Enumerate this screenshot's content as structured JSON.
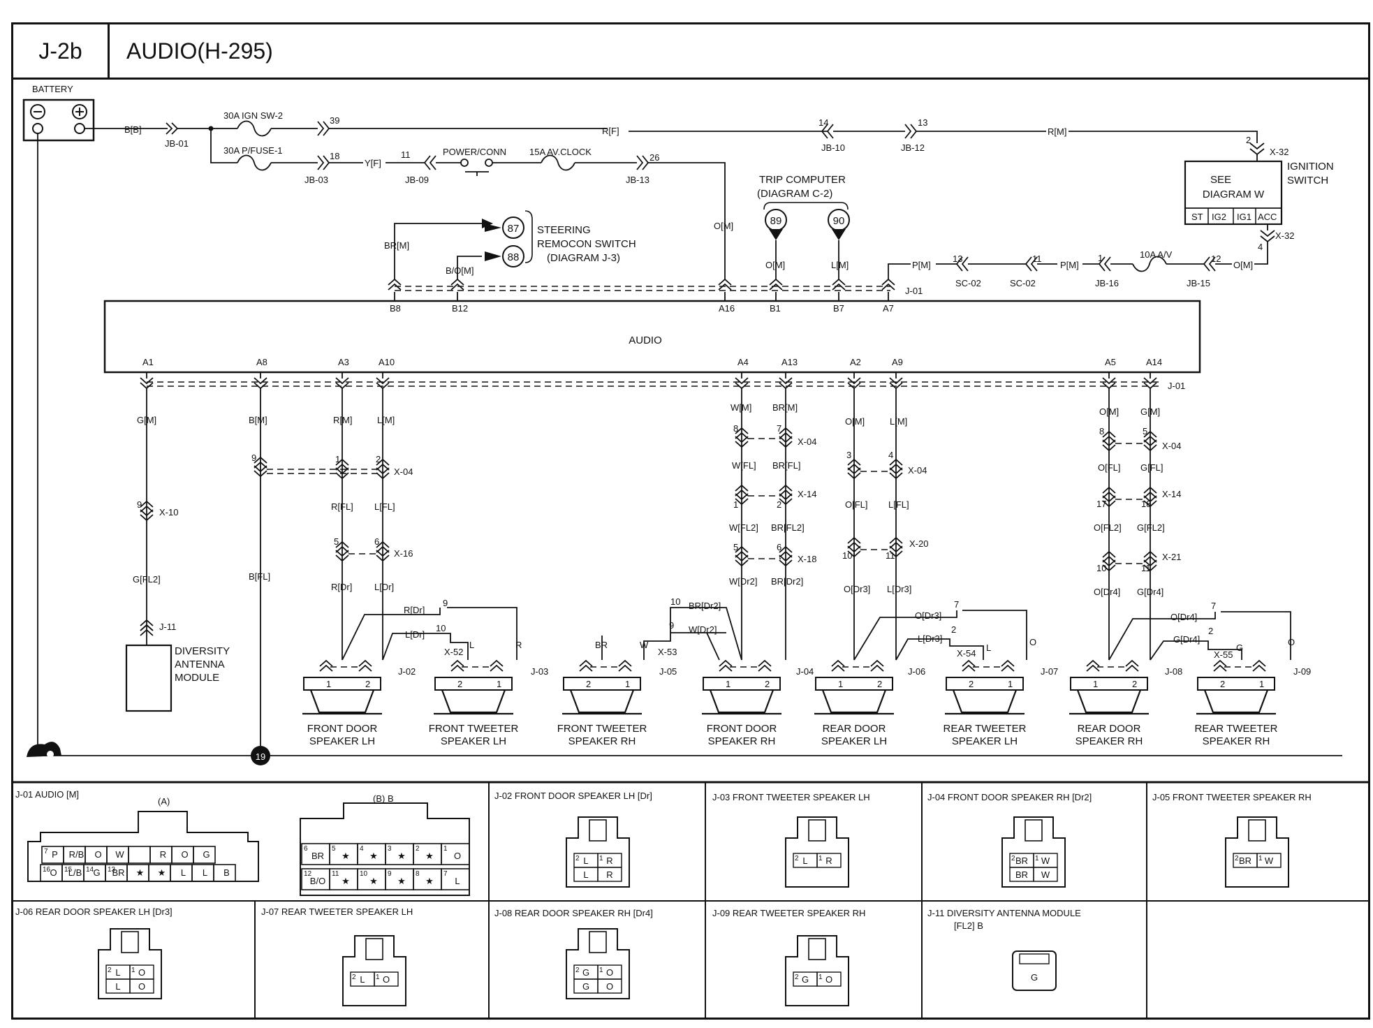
{
  "header": {
    "code": "J-2b",
    "title": "AUDIO(H-295)"
  },
  "power": {
    "battery": "BATTERY",
    "bb": "B[B]",
    "jb01": "JB-01",
    "fuse_ign": "30A IGN SW-2",
    "fuse_p": "30A P/FUSE-1",
    "n39": "39",
    "n18": "18",
    "jb03": "JB-03",
    "yf": "Y[F]",
    "n11": "11",
    "jb09": "JB-09",
    "power_conn": "POWER/CONN",
    "fuse_clock": "15A AV.CLOCK",
    "n26": "26",
    "jb13": "JB-13",
    "rf": "R[F]",
    "n14": "14",
    "jb10": "JB-10",
    "n13": "13",
    "jb12": "JB-12",
    "rm": "R[M]",
    "n2": "2",
    "x32": "X-32",
    "ign_see": "SEE",
    "ign_diagram": "DIAGRAM W",
    "ign_title1": "IGNITION",
    "ign_title2": "SWITCH",
    "ign_terms": [
      "ST",
      "IG2",
      "IG1",
      "ACC"
    ],
    "n4": "4",
    "x32b": "X-32",
    "om": "O[M]",
    "n12": "12",
    "jb15": "JB-15",
    "fuse_av": "10A A/V",
    "n1": "1",
    "jb16": "JB-16",
    "pm": "P[M]",
    "n11b": "11",
    "sc02": "SC-02",
    "n13b": "13",
    "sc02b": "SC-02",
    "pm2": "P[M]",
    "om2": "O[M]"
  },
  "trip": {
    "t1": "TRIP COMPUTER",
    "t2": "(DIAGRAM C-2)",
    "c89": "89",
    "c90": "90",
    "om": "O[M]",
    "lm": "L[M]"
  },
  "steering": {
    "t1": "STEERING",
    "t2": "REMOCON SWITCH",
    "t3": "(DIAGRAM J-3)",
    "c87": "87",
    "c88": "88",
    "brm": "BR[M]",
    "bom": "B/O[M]"
  },
  "audio": {
    "label": "AUDIO",
    "top_pins": [
      "B8",
      "B12",
      "A16",
      "B1",
      "B7",
      "A7"
    ],
    "j01": "J-01",
    "bottom_pins": [
      "A1",
      "A8",
      "A3",
      "A10",
      "A4",
      "A13",
      "A2",
      "A9",
      "A5",
      "A14"
    ],
    "j01b": "J-01"
  },
  "wires": {
    "gm": "G[M]",
    "x10": "X-10",
    "n9": "9",
    "gfl2": "G[FL2]",
    "j11": "J-11",
    "diversity": [
      "DIVERSITY",
      "ANTENNA",
      "MODULE"
    ],
    "bm": "B[M]",
    "n9b": "9",
    "bfl": "B[FL]",
    "gnd19": "19",
    "rm": "R[M]",
    "lm": "L[M]",
    "n1": "1",
    "n2": "2",
    "x04": "X-04",
    "rfl": "R[FL]",
    "lfl": "L[FL]",
    "n5": "5",
    "n6": "6",
    "x16": "X-16",
    "rdr": "R[Dr]",
    "ldr": "L[Dr]",
    "wm": "W[M]",
    "brm": "BR[M]",
    "n8": "8",
    "n7": "7",
    "x04b": "X-04",
    "wfl": "W[FL]",
    "brfl": "BR[FL]",
    "n1b": "1",
    "n2b": "2",
    "x14": "X-14",
    "wfl2": "W[FL2]",
    "brfl2": "BR[FL2]",
    "n5b": "5",
    "n6b": "6",
    "x18": "X-18",
    "wdr2": "W[Dr2]",
    "brdr2": "BR[Dr2]",
    "om": "O[M]",
    "lm2": "L[M]",
    "n3": "3",
    "n4": "4",
    "x04c": "X-04",
    "ofl": "O[FL]",
    "lfl2": "L[FL]",
    "n10": "10",
    "n11": "11",
    "x20": "X-20",
    "odr3": "O[Dr3]",
    "ldr3": "L[Dr3]",
    "om2": "O[M]",
    "gm2": "G[M]",
    "n8c": "8",
    "n5c": "5",
    "x04d": "X-04",
    "ofl2": "O[FL]",
    "gfl": "G[FL]",
    "n17": "17",
    "n18": "18",
    "x14b": "X-14",
    "ofl2b": "O[FL2]",
    "gfl2b": "G[FL2]",
    "n10b": "10",
    "n11b": "11",
    "x21": "X-21",
    "odr4": "O[Dr4]",
    "gdr4": "G[Dr4]"
  },
  "speakers": [
    {
      "name1": "FRONT DOOR",
      "name2": "SPEAKER LH",
      "conn": "J-02",
      "p1": "1",
      "p2": "2"
    },
    {
      "name1": "FRONT TWEETER",
      "name2": "SPEAKER LH",
      "conn": "J-03",
      "p1": "2",
      "p2": "1"
    },
    {
      "name1": "FRONT TWEETER",
      "name2": "SPEAKER RH",
      "conn": "J-05",
      "p1": "2",
      "p2": "1"
    },
    {
      "name1": "FRONT DOOR",
      "name2": "SPEAKER RH",
      "conn": "J-04",
      "p1": "1",
      "p2": "2"
    },
    {
      "name1": "REAR DOOR",
      "name2": "SPEAKER LH",
      "conn": "J-06",
      "p1": "1",
      "p2": "2"
    },
    {
      "name1": "REAR TWEETER",
      "name2": "SPEAKER LH",
      "conn": "J-07",
      "p1": "2",
      "p2": "1"
    },
    {
      "name1": "REAR DOOR",
      "name2": "SPEAKER RH",
      "conn": "J-08",
      "p1": "1",
      "p2": "2"
    },
    {
      "name1": "REAR TWEETER",
      "name2": "SPEAKER RH",
      "conn": "J-09",
      "p1": "2",
      "p2": "1"
    }
  ],
  "tweeter_links": {
    "lh_front": {
      "rdr": "R[Dr]",
      "ldr": "L[Dr]",
      "n9": "9",
      "n10": "10",
      "x52": "X-52",
      "l": "L",
      "r": "R"
    },
    "rh_front": {
      "n10": "10",
      "n9": "9",
      "brdr2": "BR[Dr2]",
      "wdr2": "W[Dr2]",
      "x53": "X-53",
      "br": "BR",
      "w": "W"
    },
    "lh_rear": {
      "n7": "7",
      "n2": "2",
      "odr3": "O[Dr3]",
      "ldr3": "L[Dr3]",
      "x54": "X-54",
      "l": "L",
      "o": "O"
    },
    "rh_rear": {
      "n7": "7",
      "n2": "2",
      "odr4": "O[Dr4]",
      "gdr4": "G[Dr4]",
      "x55": "X-55",
      "g": "G",
      "o": "O"
    }
  },
  "legend": {
    "j01": {
      "title": "J-01 AUDIO [M]",
      "a": "(A)",
      "b": "(B) B",
      "a_top": [
        "P",
        "R/B",
        "O",
        "W",
        "",
        "R",
        "O",
        "G"
      ],
      "a_top_num": [
        "7",
        "",
        "",
        "",
        "",
        "",
        "",
        ""
      ],
      "a_bot": [
        "O",
        "L/B",
        "G",
        "BR",
        "★",
        "★",
        "L",
        "L",
        "B"
      ],
      "a_bot_num": [
        "16",
        "15",
        "14",
        "13",
        "",
        "",
        "",
        "",
        ""
      ],
      "b_top": [
        "BR",
        "★",
        "★",
        "★",
        "★",
        "O"
      ],
      "b_top_num": [
        "6",
        "5",
        "4",
        "3",
        "2",
        "1"
      ],
      "b_bot": [
        "B/O",
        "★",
        "★",
        "★",
        "★",
        "L"
      ],
      "b_bot_num": [
        "12",
        "11",
        "10",
        "9",
        "8",
        "7"
      ]
    },
    "j02": {
      "title": "J-02 FRONT DOOR SPEAKER LH [Dr]",
      "cells": [
        "L",
        "R",
        "L",
        "R"
      ],
      "nums": [
        "2",
        "1"
      ]
    },
    "j03": {
      "title": "J-03 FRONT TWEETER SPEAKER LH",
      "cells": [
        "L",
        "R"
      ],
      "nums": [
        "2",
        "1"
      ]
    },
    "j04": {
      "title": "J-04 FRONT DOOR SPEAKER RH [Dr2]",
      "cells": [
        "BR",
        "W",
        "BR",
        "W"
      ],
      "nums": [
        "2",
        "1"
      ]
    },
    "j05": {
      "title": "J-05 FRONT TWEETER SPEAKER RH",
      "cells": [
        "BR",
        "W"
      ],
      "nums": [
        "2",
        "1"
      ]
    },
    "j06": {
      "title": "J-06 REAR DOOR SPEAKER LH [Dr3]",
      "cells": [
        "L",
        "O",
        "L",
        "O"
      ],
      "nums": [
        "2",
        "1"
      ]
    },
    "j07": {
      "title": "J-07 REAR TWEETER SPEAKER LH",
      "cells": [
        "L",
        "O"
      ],
      "nums": [
        "2",
        "1"
      ]
    },
    "j08": {
      "title": "J-08 REAR DOOR SPEAKER RH [Dr4]",
      "cells": [
        "G",
        "O",
        "G",
        "O"
      ],
      "nums": [
        "2",
        "1"
      ]
    },
    "j09": {
      "title": "J-09 REAR TWEETER SPEAKER RH",
      "cells": [
        "G",
        "O"
      ],
      "nums": [
        "2",
        "1"
      ]
    },
    "j11": {
      "title": "J-11 DIVERSITY ANTENNA MODULE",
      "title2": "[FL2] B",
      "cell": "G"
    }
  }
}
